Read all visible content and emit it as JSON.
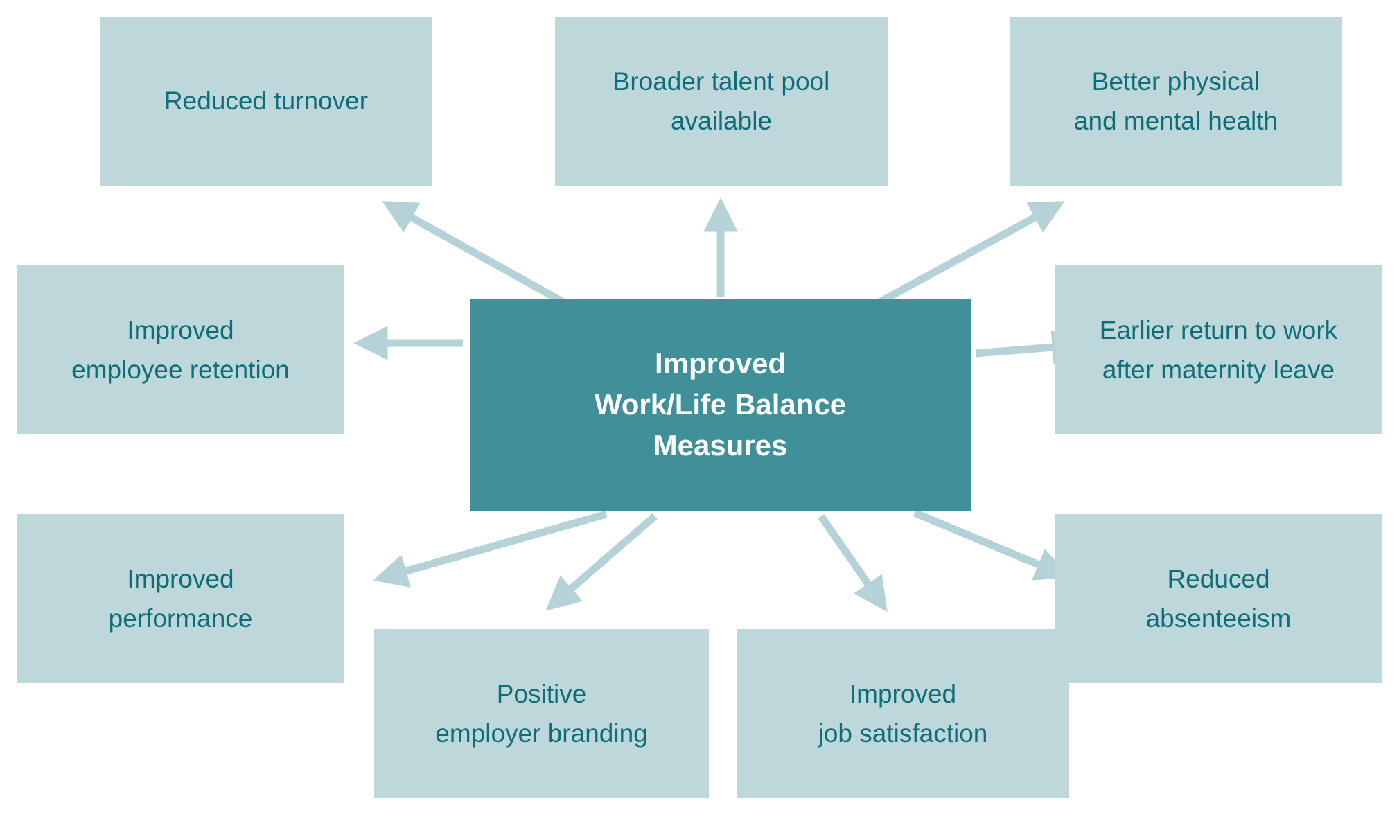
{
  "diagram": {
    "title": "Improved Work/Life Balance Measures benefits diagram",
    "center": {
      "label": "Improved\nWork/Life Balance\nMeasures"
    },
    "nodes": [
      {
        "id": "reduced-turnover",
        "label": "Reduced turnover"
      },
      {
        "id": "broader-talent-pool",
        "label": "Broader talent pool\navailable"
      },
      {
        "id": "better-health",
        "label": "Better physical\nand mental health"
      },
      {
        "id": "employee-retention",
        "label": "Improved\nemployee retention"
      },
      {
        "id": "earlier-return",
        "label": "Earlier return to work\nafter maternity leave"
      },
      {
        "id": "improved-performance",
        "label": "Improved\nperformance"
      },
      {
        "id": "employer-branding",
        "label": "Positive\nemployer branding"
      },
      {
        "id": "job-satisfaction",
        "label": "Improved\njob satisfaction"
      },
      {
        "id": "reduced-absenteeism",
        "label": "Reduced\nabsenteeism"
      }
    ],
    "colors": {
      "center_background": "#3f9098",
      "center_text": "#ffffff",
      "node_background": "#bdd7db",
      "node_text": "#0d6d79",
      "arrow": "#b5d2d8"
    }
  }
}
